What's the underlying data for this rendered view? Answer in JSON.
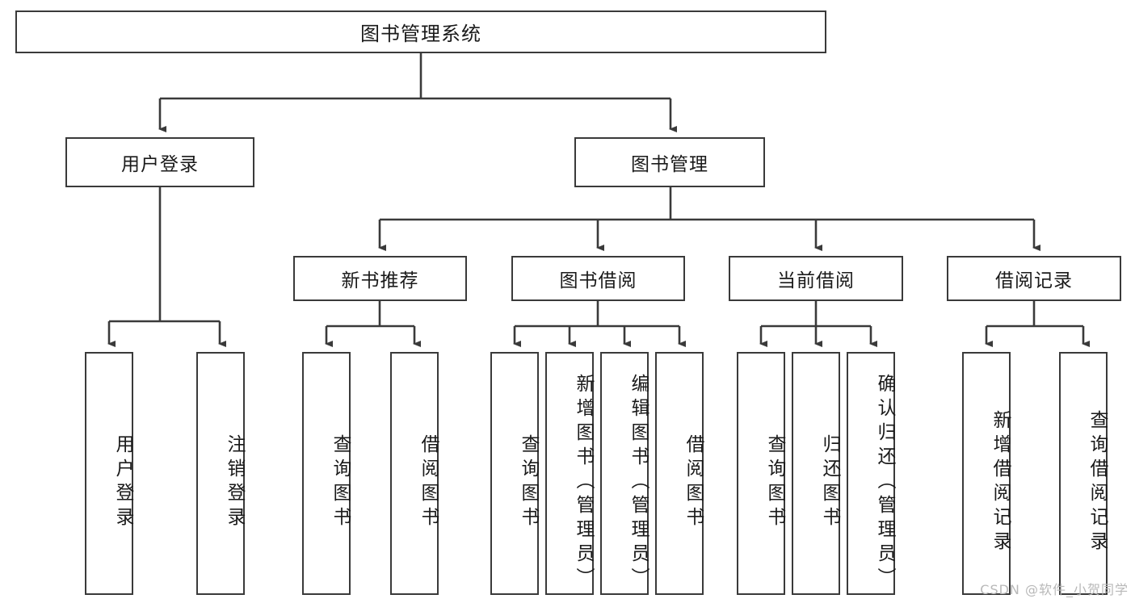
{
  "diagram": {
    "title": "图书管理系统",
    "type": "tree-hierarchy",
    "root": {
      "label": "图书管理系统"
    },
    "level2": [
      {
        "label": "用户登录"
      },
      {
        "label": "图书管理"
      }
    ],
    "level3": [
      {
        "label": "新书推荐"
      },
      {
        "label": "图书借阅"
      },
      {
        "label": "当前借阅"
      },
      {
        "label": "借阅记录"
      }
    ],
    "leaves": {
      "user_login": [
        {
          "label": "用户登录"
        },
        {
          "label": "注销登录"
        }
      ],
      "new_book_recommend": [
        {
          "label": "查询图书"
        },
        {
          "label": "借阅图书"
        }
      ],
      "book_borrow": [
        {
          "label": "查询图书"
        },
        {
          "label": "新增图书（管理员）"
        },
        {
          "label": "编辑图书（管理员）"
        },
        {
          "label": "借阅图书"
        }
      ],
      "current_borrow": [
        {
          "label": "查询图书"
        },
        {
          "label": "归还图书"
        },
        {
          "label": "确认归还（管理员）"
        }
      ],
      "borrow_records": [
        {
          "label": "新增借阅记录"
        },
        {
          "label": "查询借阅记录"
        }
      ]
    }
  },
  "watermark": {
    "text": "CSDN @软件_小贺同学"
  },
  "colors": {
    "border": "#3a3a3a",
    "background": "#ffffff",
    "text": "#1a1a1a",
    "watermark": "#b8b8b8"
  }
}
